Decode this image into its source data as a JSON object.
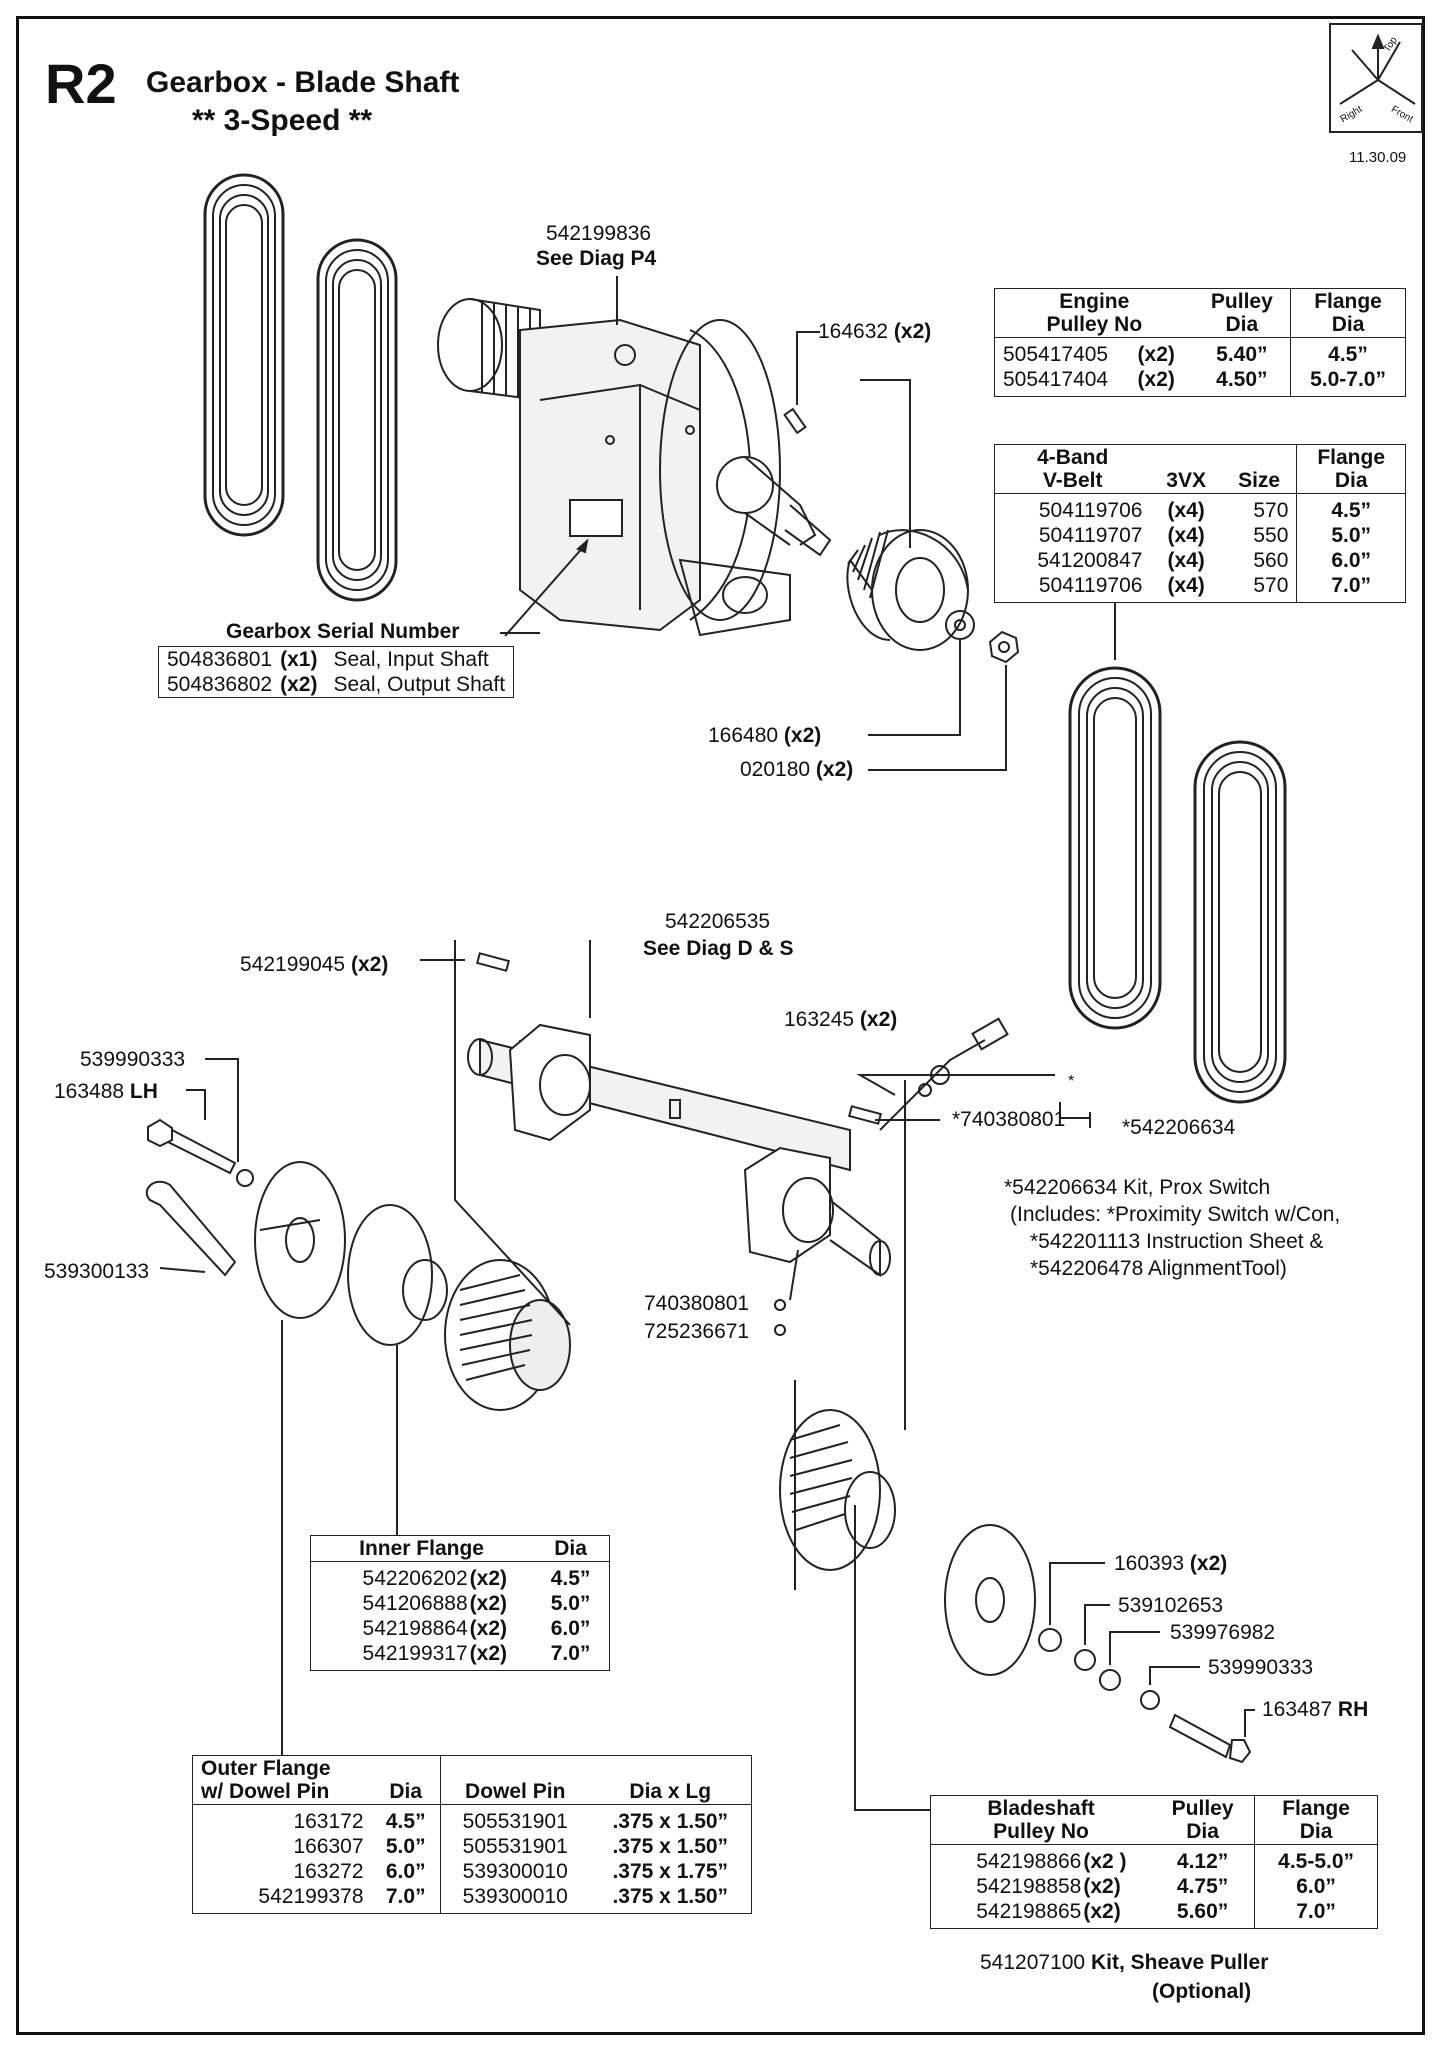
{
  "header": {
    "code": "R2",
    "title": "Gearbox - Blade Shaft",
    "subtitle": "** 3-Speed **",
    "date": "11.30.09"
  },
  "orientation": {
    "top": "Top",
    "right": "Right",
    "front": "Front"
  },
  "callouts": {
    "gearbox_part": "542199836",
    "gearbox_ref": "See Diag P4",
    "key_164632": "164632",
    "key_164632_qty": "(x2)",
    "serial_label": "Gearbox Serial Number",
    "washer_166480": "166480",
    "washer_166480_qty": "(x2)",
    "nut_020180": "020180",
    "nut_020180_qty": "(x2)",
    "shaft_part": "542206535",
    "shaft_ref": "See Diag D & S",
    "key_542199045": "542199045",
    "key_542199045_qty": "(x2)",
    "screw_539990333_l": "539990333",
    "bolt_163488": "163488",
    "bolt_163488_side": "LH",
    "wrench_539300133": "539300133",
    "sensor_163245": "163245",
    "sensor_163245_qty": "(x2)",
    "star": "*",
    "clip_740380801a": "*740380801",
    "kit_542206634": "*542206634",
    "kit_note_1": "*542206634 Kit, Prox Switch",
    "kit_note_2": "(Includes: *Proximity Switch w/Con,",
    "kit_note_3": "*542201113 Instruction Sheet &",
    "kit_note_4": "*542206478 AlignmentTool)",
    "clip_740380801b": "740380801",
    "screw_725236671": "725236671",
    "washer_160393": "160393",
    "washer_160393_qty": "(x2)",
    "washer_539102653": "539102653",
    "washer_539976982": "539976982",
    "washer_539990333_r": "539990333",
    "bolt_163487": "163487",
    "bolt_163487_side": "RH",
    "puller_code": "541207100",
    "puller_text": "Kit, Sheave Puller",
    "puller_opt": "(Optional)"
  },
  "seal_table": [
    {
      "part": "504836801",
      "qty": "(x1)",
      "desc": "Seal, Input Shaft"
    },
    {
      "part": "504836802",
      "qty": "(x2)",
      "desc": "Seal, Output Shaft"
    }
  ],
  "engine_pulley_table": {
    "headers": [
      "Engine",
      "Pulley No",
      "Pulley",
      "Dia",
      "Flange",
      "Dia"
    ],
    "rows": [
      {
        "part": "505417405",
        "qty": "(x2)",
        "pulley_dia": "5.40”",
        "flange_dia": "4.5”"
      },
      {
        "part": "505417404",
        "qty": "(x2)",
        "pulley_dia": "4.50”",
        "flange_dia": "5.0-7.0”"
      }
    ]
  },
  "vbelt_table": {
    "headers": [
      "4-Band",
      "V-Belt",
      "3VX",
      "Size",
      "Flange",
      "Dia"
    ],
    "rows": [
      {
        "part": "504119706",
        "qty": "(x4)",
        "size": "570",
        "flange_dia": "4.5”"
      },
      {
        "part": "504119707",
        "qty": "(x4)",
        "size": "550",
        "flange_dia": "5.0”"
      },
      {
        "part": "541200847",
        "qty": "(x4)",
        "size": "560",
        "flange_dia": "6.0”"
      },
      {
        "part": "504119706",
        "qty": "(x4)",
        "size": "570",
        "flange_dia": "7.0”"
      }
    ]
  },
  "inner_flange_table": {
    "headers": [
      "Inner Flange",
      "Dia"
    ],
    "rows": [
      {
        "part": "542206202",
        "qty": "(x2)",
        "dia": "4.5”"
      },
      {
        "part": "541206888",
        "qty": "(x2)",
        "dia": "5.0”"
      },
      {
        "part": "542198864",
        "qty": "(x2)",
        "dia": "6.0”"
      },
      {
        "part": "542199317",
        "qty": "(x2)",
        "dia": "7.0”"
      }
    ]
  },
  "outer_flange_table": {
    "headers": [
      "Outer Flange",
      "w/ Dowel Pin",
      "Dia",
      "Dowel Pin",
      "Dia  x  Lg"
    ],
    "rows": [
      {
        "part": "163172",
        "dia": "4.5”",
        "pin": "505531901",
        "size": ".375 x 1.50”"
      },
      {
        "part": "166307",
        "dia": "5.0”",
        "pin": "505531901",
        "size": ".375 x 1.50”"
      },
      {
        "part": "163272",
        "dia": "6.0”",
        "pin": "539300010",
        "size": ".375 x 1.75”"
      },
      {
        "part": "542199378",
        "dia": "7.0”",
        "pin": "539300010",
        "size": ".375 x 1.50”"
      }
    ]
  },
  "bladeshaft_table": {
    "headers": [
      "Bladeshaft",
      "Pulley No",
      "Pulley",
      "Dia",
      "Flange",
      "Dia"
    ],
    "rows": [
      {
        "part": "542198866",
        "qty": "(x2 )",
        "pulley_dia": "4.12”",
        "flange_dia": "4.5-5.0”"
      },
      {
        "part": "542198858",
        "qty": "(x2)",
        "pulley_dia": "4.75”",
        "flange_dia": "6.0”"
      },
      {
        "part": "542198865",
        "qty": "(x2)",
        "pulley_dia": "5.60”",
        "flange_dia": "7.0”"
      }
    ]
  }
}
